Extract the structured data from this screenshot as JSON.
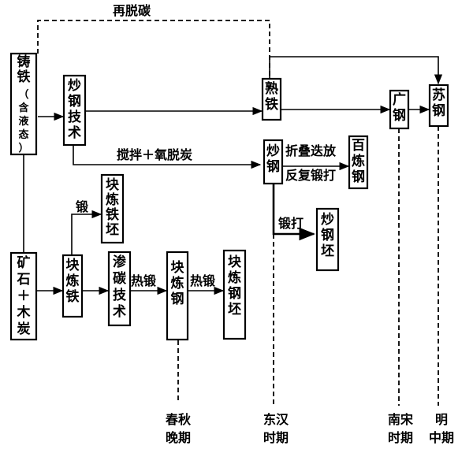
{
  "nodes": {
    "cast_iron": {
      "top": "铸铁",
      "paren": "（含液态）"
    },
    "chao_gang_jishu": "炒钢技术",
    "shu_tie": "熟铁",
    "guang_gang": "广钢",
    "su_gang": "苏钢",
    "chao_mid": "炒钢",
    "bai_lian_gang": "百炼钢",
    "kuai_lian_tie_pi": "块炼铁坯",
    "kuang_shi": "矿石＋木炭",
    "kuai_lian_tie": "块炼铁",
    "shen_tan_jishu": "渗碳技术",
    "kuai_lian_gang": "块炼钢",
    "kuai_lian_gang_pi": "块炼钢坯",
    "chao_gang_pi": "炒钢坯"
  },
  "labels": {
    "re_decarb": "再脱碳",
    "stir_oxy": "搅拌＋氧脱炭",
    "fold_line1": "折叠迭放",
    "fold_line2": "反复锻打",
    "duan": "锻",
    "re_duan_1": "热锻",
    "re_duan_2": "热锻",
    "duan_da": "锻打"
  },
  "eras": {
    "chunqiu": {
      "line1": "春秋",
      "line2": "晚期"
    },
    "donghan": {
      "line1": "东汉",
      "line2": "时期"
    },
    "nansong": {
      "line1": "南宋",
      "line2": "时期"
    },
    "ming": {
      "line1": "明",
      "line2": "中期"
    }
  },
  "colors": {
    "ink": "#000000",
    "paper": "#ffffff"
  }
}
